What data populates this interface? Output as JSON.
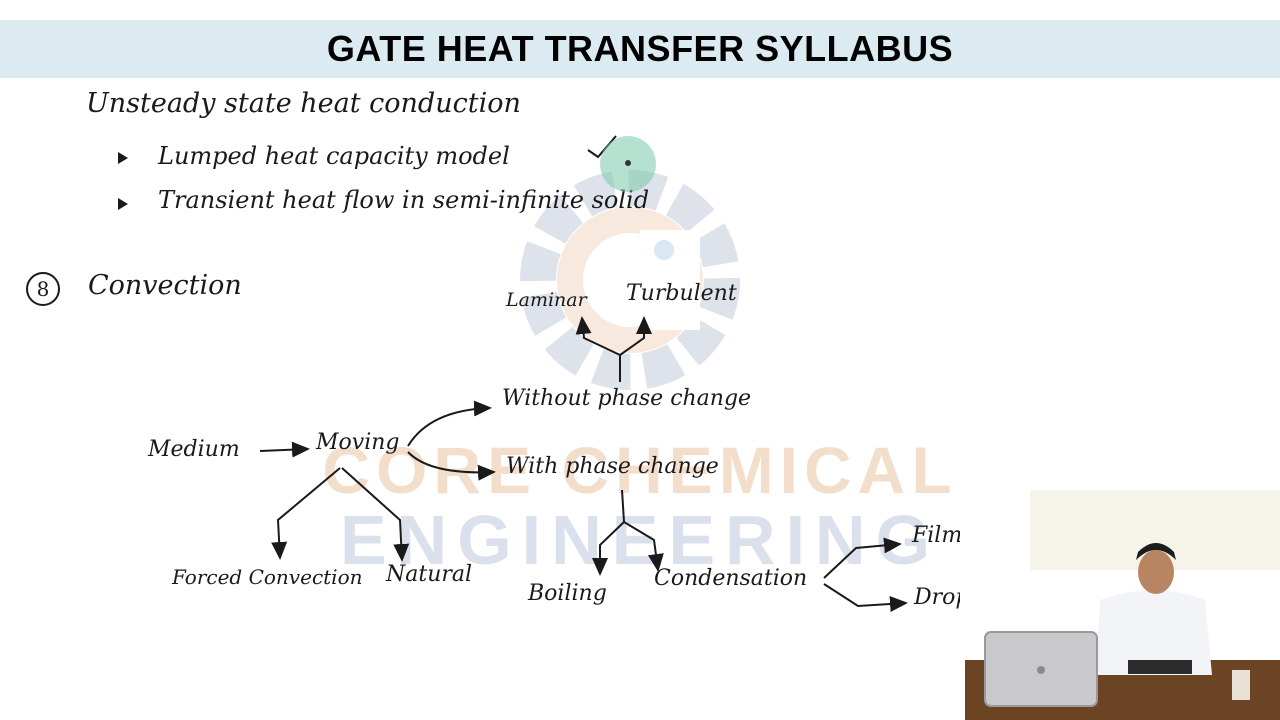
{
  "title": "GATE HEAT TRANSFER  SYLLABUS",
  "unsteady": {
    "heading": "Unsteady state heat conduction",
    "bullets": [
      "Lumped heat capacity model",
      "Transient heat flow  in  semi-infinite solid"
    ]
  },
  "section": {
    "number": "8",
    "heading": "Convection"
  },
  "diagram": {
    "medium": "Medium",
    "moving": "Moving",
    "without_phase_change": "Without phase change",
    "with_phase_change": "With phase change",
    "laminar": "Laminar",
    "turbulent": "Turbulent",
    "forced_convection": "Forced Convection",
    "natural": "Natural",
    "boiling": "Boiling",
    "condensation": "Condensation",
    "film_type": "Film Type",
    "dropwise": "Dropwise"
  },
  "watermark": {
    "line1": "CORE CHEMICAL",
    "line2": "ENGINEERING"
  },
  "colors": {
    "title_bar": "#dcebf2",
    "ink": "#1a1a1a",
    "pointer": "#78c8aa"
  }
}
